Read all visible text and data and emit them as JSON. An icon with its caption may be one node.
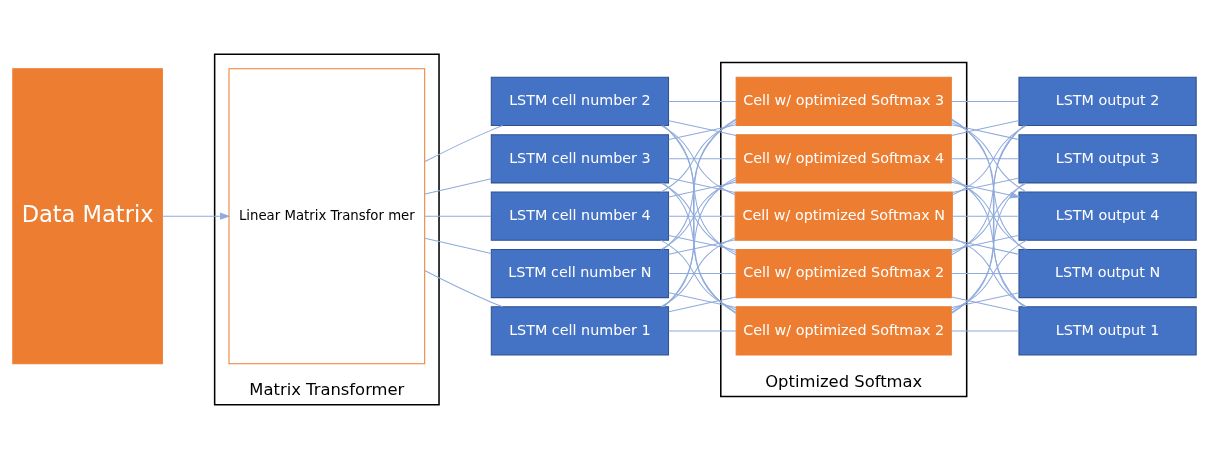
{
  "diagram": {
    "nodes": [
      {
        "text": [
          "Data Matrix"
        ]
      },
      {
        "text": [
          "Matrix Transformer"
        ]
      },
      {
        "text": [
          "Linear Matrix Transfor mer"
        ],
        "in": 1
      },
      {
        "text": [
          "LSTM cell number 1"
        ]
      },
      {
        "text": [
          "LSTM cell number 2"
        ]
      },
      {
        "text": [
          "LSTM cell number 3"
        ]
      },
      {
        "text": [
          "LSTM cell number 4"
        ]
      },
      {
        "text": [
          "LSTM cell number N"
        ]
      },
      {
        "text": [
          "Optimized Softmax"
        ]
      },
      {
        "text": [
          "Cell w/ optimized Softmax 2"
        ],
        "in": 8
      },
      {
        "text": [
          "Cell w/ optimized Softmax 2"
        ],
        "in": 8
      },
      {
        "text": [
          "Cell w/ optimized Softmax 3"
        ],
        "in": 8
      },
      {
        "text": [
          "Cell w/ optimized Softmax 4"
        ],
        "in": 8
      },
      {
        "text": [
          "Cell w/ optimized Softmax N"
        ],
        "in": 8
      },
      {
        "text": [
          "LSTM output 1"
        ]
      },
      {
        "text": [
          "LSTM output 2"
        ]
      },
      {
        "text": [
          "LSTM output 3"
        ]
      },
      {
        "text": [
          "LSTM output 4"
        ]
      },
      {
        "text": [
          "LSTM output N"
        ]
      }
    ],
    "edges": [
      {
        "from": 0,
        "to": 2,
        "arrow": "to"
      },
      {
        "from": 2,
        "to": 3,
        "arrow": "none"
      },
      {
        "from": 2,
        "to": 4,
        "arrow": "none"
      },
      {
        "from": 2,
        "to": 5,
        "arrow": "none"
      },
      {
        "from": 2,
        "to": 6,
        "arrow": "none"
      },
      {
        "from": 2,
        "to": 7,
        "arrow": "none"
      },
      {
        "from": 3,
        "to": 9,
        "arrow": "none"
      },
      {
        "from": 3,
        "to": 10,
        "arrow": "none"
      },
      {
        "from": 3,
        "to": 11,
        "arrow": "none"
      },
      {
        "from": 3,
        "to": 12,
        "arrow": "none"
      },
      {
        "from": 3,
        "to": 13,
        "arrow": "none"
      },
      {
        "from": 4,
        "to": 9,
        "arrow": "none"
      },
      {
        "from": 4,
        "to": 10,
        "arrow": "none"
      },
      {
        "from": 4,
        "to": 11,
        "arrow": "none"
      },
      {
        "from": 4,
        "to": 12,
        "arrow": "none"
      },
      {
        "from": 4,
        "to": 13,
        "arrow": "none"
      },
      {
        "from": 5,
        "to": 9,
        "arrow": "none"
      },
      {
        "from": 5,
        "to": 10,
        "arrow": "none"
      },
      {
        "from": 5,
        "to": 11,
        "arrow": "none"
      },
      {
        "from": 5,
        "to": 12,
        "arrow": "none"
      },
      {
        "from": 5,
        "to": 13,
        "arrow": "none"
      },
      {
        "from": 6,
        "to": 9,
        "arrow": "none"
      },
      {
        "from": 6,
        "to": 10,
        "arrow": "none"
      },
      {
        "from": 6,
        "to": 11,
        "arrow": "none"
      },
      {
        "from": 6,
        "to": 12,
        "arrow": "none"
      },
      {
        "from": 6,
        "to": 13,
        "arrow": "none"
      },
      {
        "from": 7,
        "to": 9,
        "arrow": "none"
      },
      {
        "from": 7,
        "to": 10,
        "arrow": "none"
      },
      {
        "from": 7,
        "to": 11,
        "arrow": "none"
      },
      {
        "from": 7,
        "to": 12,
        "arrow": "none"
      },
      {
        "from": 7,
        "to": 13,
        "arrow": "none"
      },
      {
        "from": 9,
        "to": 14,
        "arrow": "none"
      },
      {
        "from": 9,
        "to": 15,
        "arrow": "none"
      },
      {
        "from": 9,
        "to": 16,
        "arrow": "none"
      },
      {
        "from": 9,
        "to": 17,
        "arrow": "none"
      },
      {
        "from": 9,
        "to": 18,
        "arrow": "none"
      },
      {
        "from": 10,
        "to": 14,
        "arrow": "none"
      },
      {
        "from": 10,
        "to": 15,
        "arrow": "none"
      },
      {
        "from": 10,
        "to": 16,
        "arrow": "none"
      },
      {
        "from": 10,
        "to": 17,
        "arrow": "none"
      },
      {
        "from": 10,
        "to": 18,
        "arrow": "none"
      },
      {
        "from": 11,
        "to": 14,
        "arrow": "none"
      },
      {
        "from": 11,
        "to": 15,
        "arrow": "none"
      },
      {
        "from": 11,
        "to": 16,
        "arrow": "none"
      },
      {
        "from": 11,
        "to": 17,
        "arrow": "none"
      },
      {
        "from": 11,
        "to": 18,
        "arrow": "none"
      },
      {
        "from": 12,
        "to": 14,
        "arrow": "none"
      },
      {
        "from": 12,
        "to": 15,
        "arrow": "none"
      },
      {
        "from": 12,
        "to": 16,
        "arrow": "none"
      },
      {
        "from": 12,
        "to": 17,
        "arrow": "to"
      },
      {
        "from": 12,
        "to": 18,
        "arrow": "none"
      },
      {
        "from": 13,
        "to": 14,
        "arrow": "none"
      },
      {
        "from": 13,
        "to": 15,
        "arrow": "none"
      },
      {
        "from": 13,
        "to": 16,
        "arrow": "none"
      },
      {
        "from": 13,
        "to": 17,
        "arrow": "none"
      },
      {
        "from": 13,
        "to": 18,
        "arrow": "none"
      }
    ]
  }
}
